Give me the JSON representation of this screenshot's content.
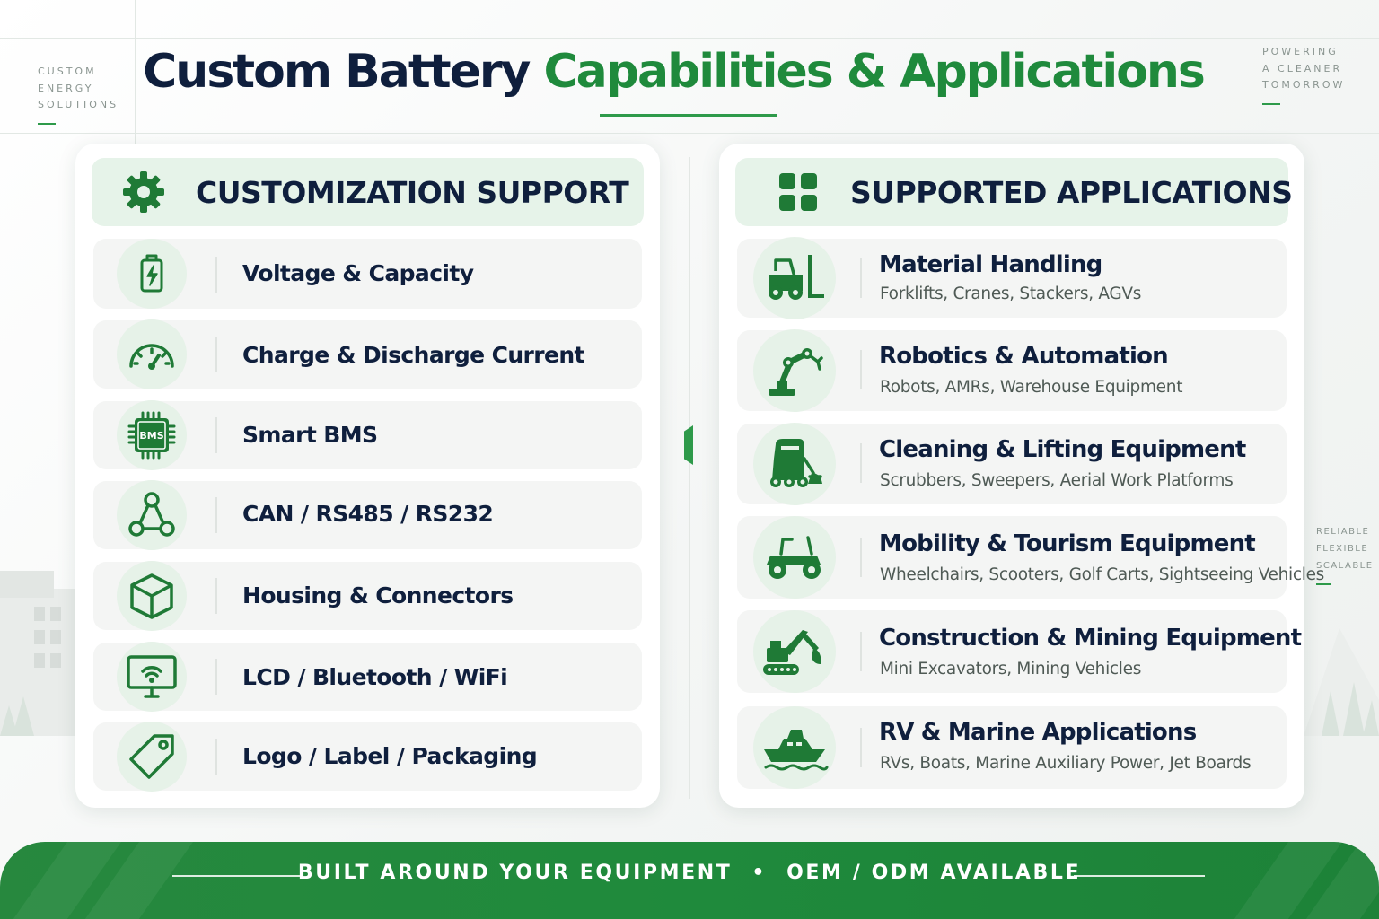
{
  "corner_left": [
    "CUSTOM",
    "ENERGY",
    "SOLUTIONS"
  ],
  "corner_right": [
    "POWERING",
    "A CLEANER",
    "TOMORROW"
  ],
  "side_right": [
    "RELIABLE",
    "FLEXIBLE",
    "SCALABLE"
  ],
  "title": {
    "part1": "Custom Battery",
    "part2": "Capabilities & Applications"
  },
  "customization": {
    "header": "CUSTOMIZATION SUPPORT",
    "header_icon": "gear-icon",
    "items": [
      {
        "label": "Voltage & Capacity",
        "icon": "battery-icon"
      },
      {
        "label": "Charge & Discharge Current",
        "icon": "gauge-icon"
      },
      {
        "label": "Smart BMS",
        "icon": "bms-chip-icon",
        "chip_text": "BMS"
      },
      {
        "label": "CAN / RS485 / RS232",
        "icon": "network-nodes-icon"
      },
      {
        "label": "Housing & Connectors",
        "icon": "box-icon"
      },
      {
        "label": "LCD / Bluetooth / WiFi",
        "icon": "monitor-wifi-icon"
      },
      {
        "label": "Logo / Label / Packaging",
        "icon": "tag-icon"
      }
    ]
  },
  "applications": {
    "header": "SUPPORTED APPLICATIONS",
    "header_icon": "grid-icon",
    "items": [
      {
        "title": "Material Handling",
        "subtitle": "Forklifts, Cranes, Stackers, AGVs",
        "icon": "forklift-icon"
      },
      {
        "title": "Robotics & Automation",
        "subtitle": "Robots, AMRs, Warehouse Equipment",
        "icon": "robot-arm-icon"
      },
      {
        "title": "Cleaning & Lifting Equipment",
        "subtitle": "Scrubbers, Sweepers, Aerial Work Platforms",
        "icon": "scrubber-icon"
      },
      {
        "title": "Mobility & Tourism Equipment",
        "subtitle": "Wheelchairs, Scooters, Golf Carts, Sightseeing Vehicles",
        "icon": "mobility-scooter-icon"
      },
      {
        "title": "Construction & Mining Equipment",
        "subtitle": "Mini Excavators, Mining Vehicles",
        "icon": "excavator-icon"
      },
      {
        "title": "RV & Marine Applications",
        "subtitle": "RVs, Boats, Marine Auxiliary Power, Jet Boards",
        "icon": "boat-icon"
      }
    ]
  },
  "footer": {
    "left": "BUILT AROUND YOUR EQUIPMENT",
    "separator": "•",
    "right": "OEM / ODM AVAILABLE"
  },
  "colors": {
    "accent": "#1f8a3c",
    "navy": "#0f1f3d",
    "icon_bg": "#e6f2e8",
    "footer": "#1f8a3c"
  }
}
